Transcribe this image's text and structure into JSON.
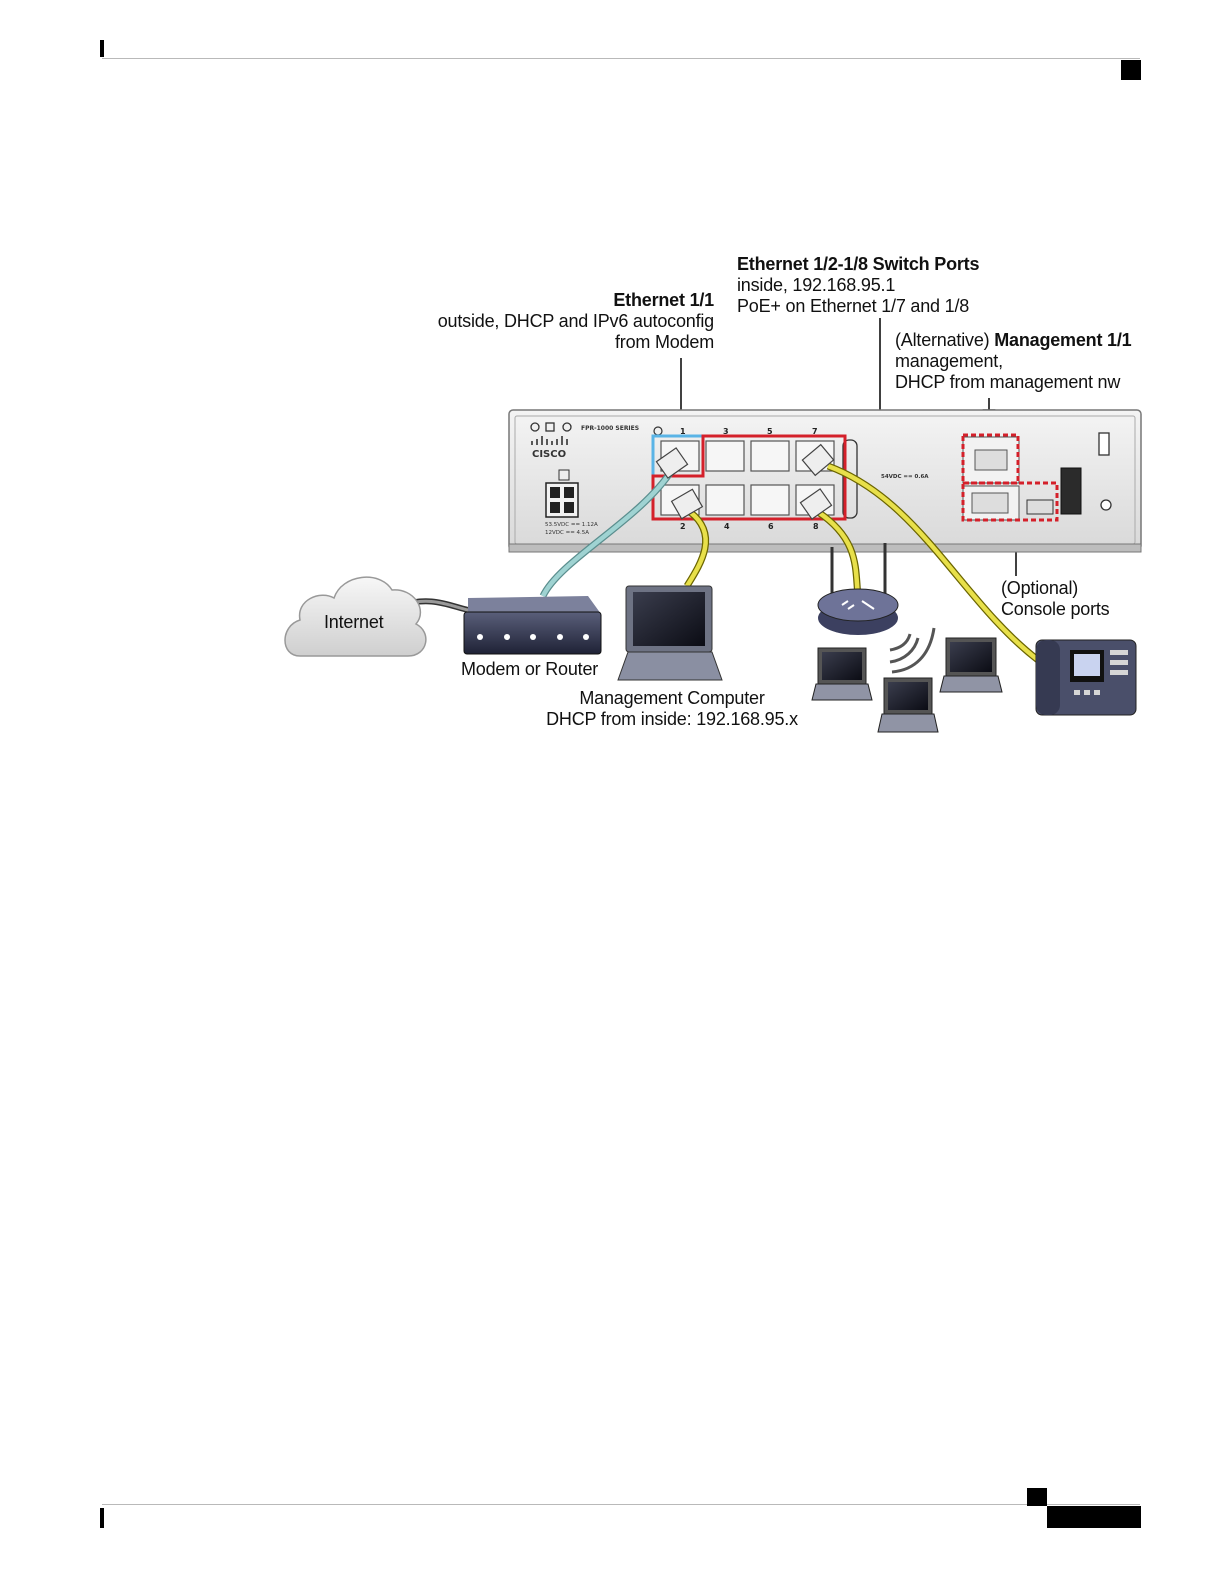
{
  "diagram": {
    "eth11": {
      "title": "Ethernet 1/1",
      "line1": "outside, DHCP and IPv6 autoconfig",
      "line2": "from Modem"
    },
    "switch_ports": {
      "title": "Ethernet 1/2-1/8 Switch Ports",
      "line1": "inside, 192.168.95.1",
      "line2": "PoE+ on Ethernet 1/7 and 1/8"
    },
    "mgmt": {
      "prefix": "(Alternative) ",
      "title": "Management 1/1",
      "line1": "management,",
      "line2": "DHCP from management nw"
    },
    "console": {
      "line1": "(Optional)",
      "line2": "Console ports"
    },
    "internet": "Internet",
    "modem": "Modem or Router",
    "mgmt_computer": {
      "line1": "Management Computer",
      "line2": "DHCP from inside: 192.168.95.x"
    },
    "device_labels": {
      "model": "FPR-1000 SERIES",
      "brand": "CISCO",
      "power1": "53.5VDC == 1.12A",
      "power2": "12VDC == 4.5A",
      "poe_power": "54VDC == 0.6A",
      "port_numbers_top": [
        "1",
        "3",
        "5",
        "7"
      ],
      "port_numbers_bottom": [
        "2",
        "4",
        "6",
        "8"
      ]
    },
    "colors": {
      "outside_highlight": "#5ab4e6",
      "inside_highlight": "#d4202a",
      "mgmt_highlight": "#d4202a",
      "cable_outside": "#9fd3d2",
      "cable_inside": "#e8e04a",
      "chassis": "#e6e6e6"
    }
  }
}
